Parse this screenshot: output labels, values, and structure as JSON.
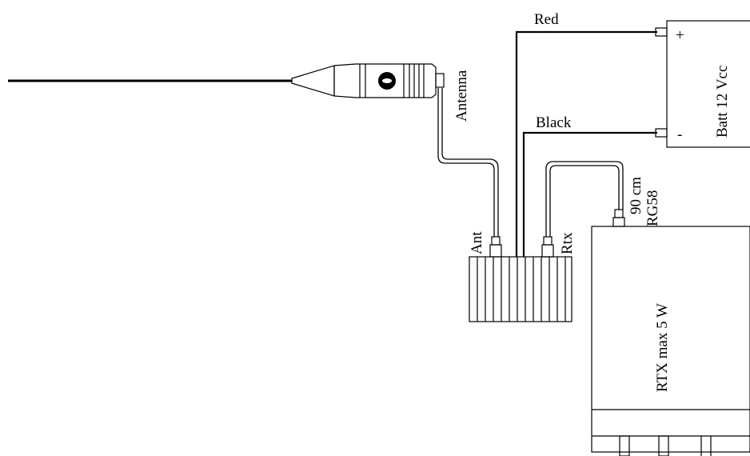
{
  "labels": {
    "red": "Red",
    "black": "Black",
    "plus": "+",
    "minus": "-",
    "battery": "Batt 12 Vcc",
    "antenna": "Antenna",
    "ant": "Ant",
    "rtx_port": "Rtx",
    "cable_len": "90 cm",
    "cable_type": "RG58",
    "radio": "RTX max 5 W"
  }
}
